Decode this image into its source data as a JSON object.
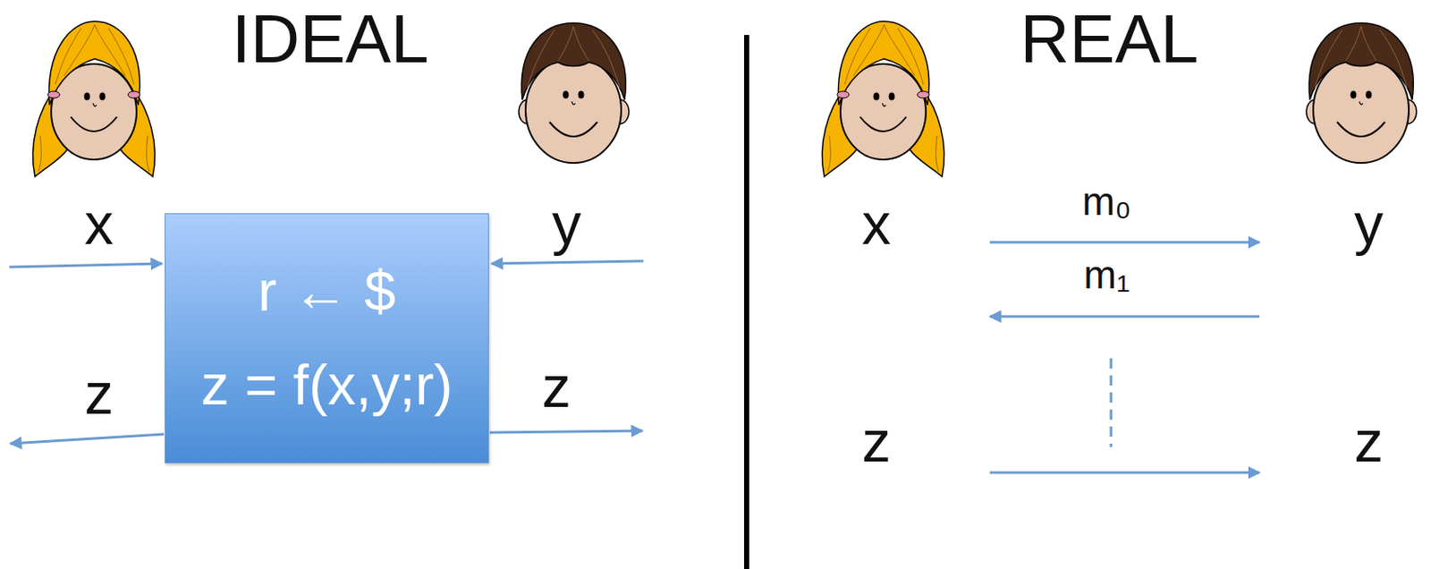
{
  "diagram": {
    "nodes": [
      {
        "text": [
          "r ← $",
          "z = f(x,y;r)"
        ]
      }
    ],
    "labels": [
      "IDEAL",
      "x",
      "y",
      "z",
      "z",
      "REAL",
      "m₀",
      "x",
      "y",
      "m₁",
      "z",
      "z"
    ]
  }
}
